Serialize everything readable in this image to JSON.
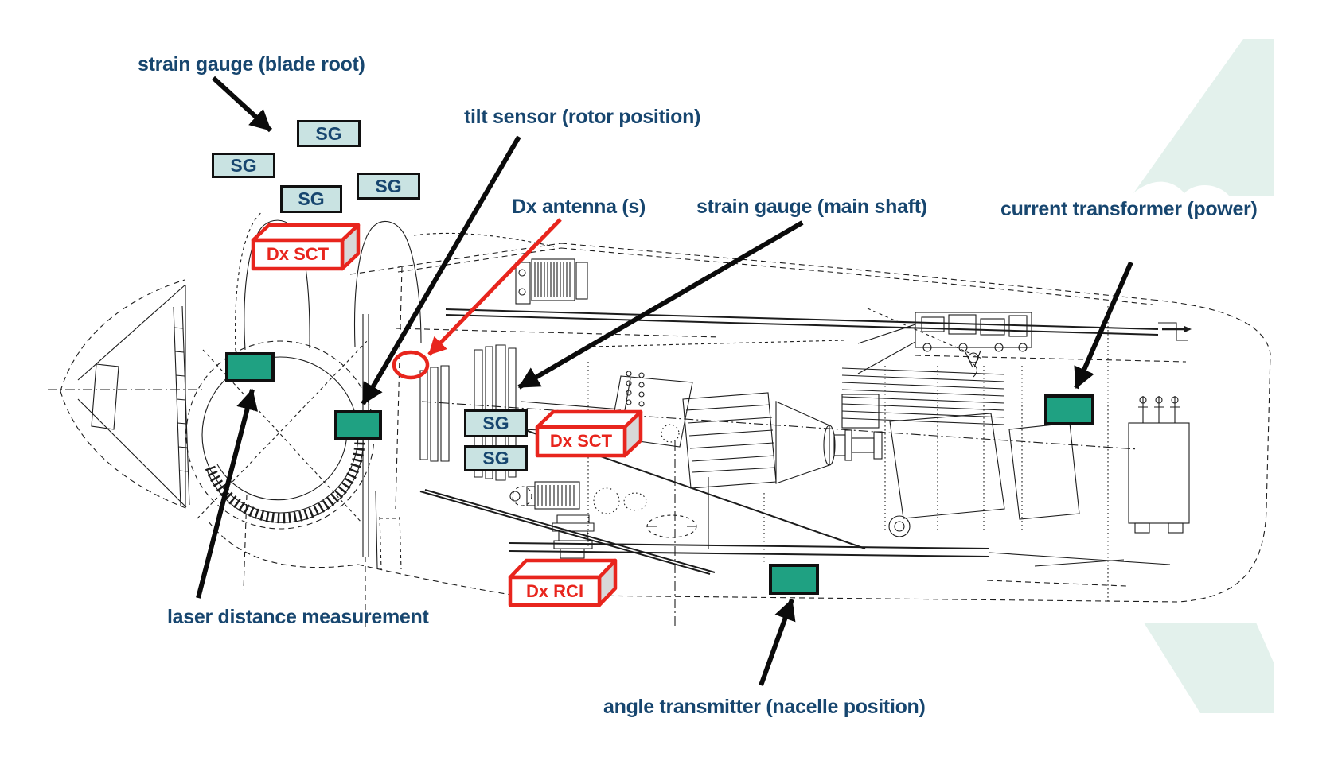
{
  "annotations": {
    "blade_root": "strain gauge (blade root)",
    "tilt_sensor": "tilt sensor (rotor position)",
    "dx_antenna": "Dx antenna (s)",
    "main_shaft": "strain gauge (main shaft)",
    "current_transformer": "current transformer (power)",
    "laser_distance": "laser distance measurement",
    "angle_transmitter": "angle transmitter (nacelle position)"
  },
  "sensor_boxes": {
    "sg": [
      {
        "text": "SG"
      },
      {
        "text": "SG"
      },
      {
        "text": "SG"
      },
      {
        "text": "SG"
      },
      {
        "text": "SG"
      },
      {
        "text": "SG"
      }
    ],
    "dx": [
      {
        "text": "Dx SCT"
      },
      {
        "text": "Dx SCT"
      },
      {
        "text": "Dx RCI"
      }
    ]
  },
  "colors": {
    "label_text": "#17466F",
    "sg_fill": "#C9E3E2",
    "green_fill": "#1FA182",
    "red": "#E8251D",
    "mint": "#E3F1EC",
    "line": "#1C1C1C",
    "box_border": "#101010"
  }
}
